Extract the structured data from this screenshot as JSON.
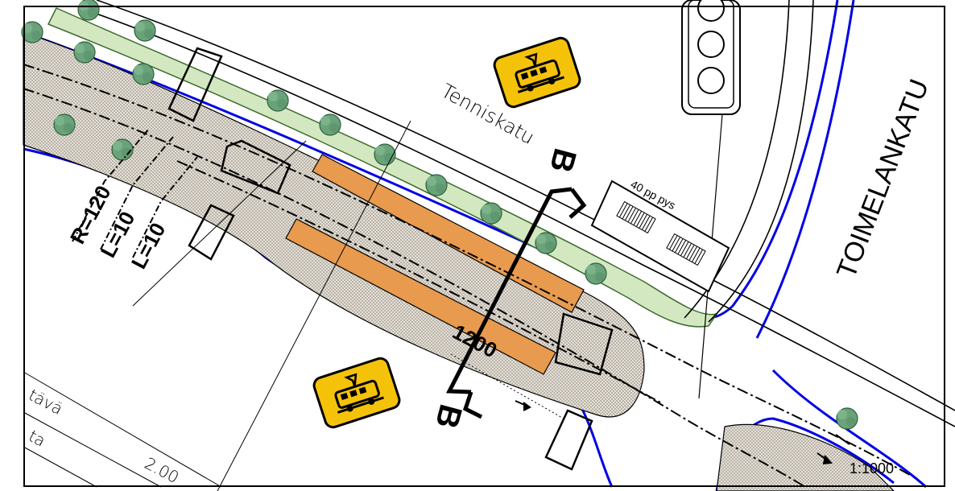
{
  "map": {
    "scale": "1:1000",
    "street_labels": {
      "tenniskatu": "Tenniskatu",
      "toimelankatu": "TOIMELANKATU"
    },
    "parking_label": "40 pp pys",
    "section_label": "B",
    "dimensions": {
      "radius": "R=120",
      "length_1": "L=10",
      "length_2": "L=10",
      "platform_length": "1200"
    },
    "legend_fragments": {
      "row_1": "tävä",
      "row_2": "ta",
      "value": "2.00"
    },
    "colors": {
      "platform": "#e89a4e",
      "green_strip": "#d3e8c0",
      "tree": "#6aa37a",
      "curb": "#0000e6",
      "tram_sign": "#f5c20a",
      "paving": "#e4dfd5"
    },
    "icons": [
      "tram-sign-icon",
      "traffic-light-icon",
      "tree-icon",
      "section-arrow-icon"
    ]
  }
}
